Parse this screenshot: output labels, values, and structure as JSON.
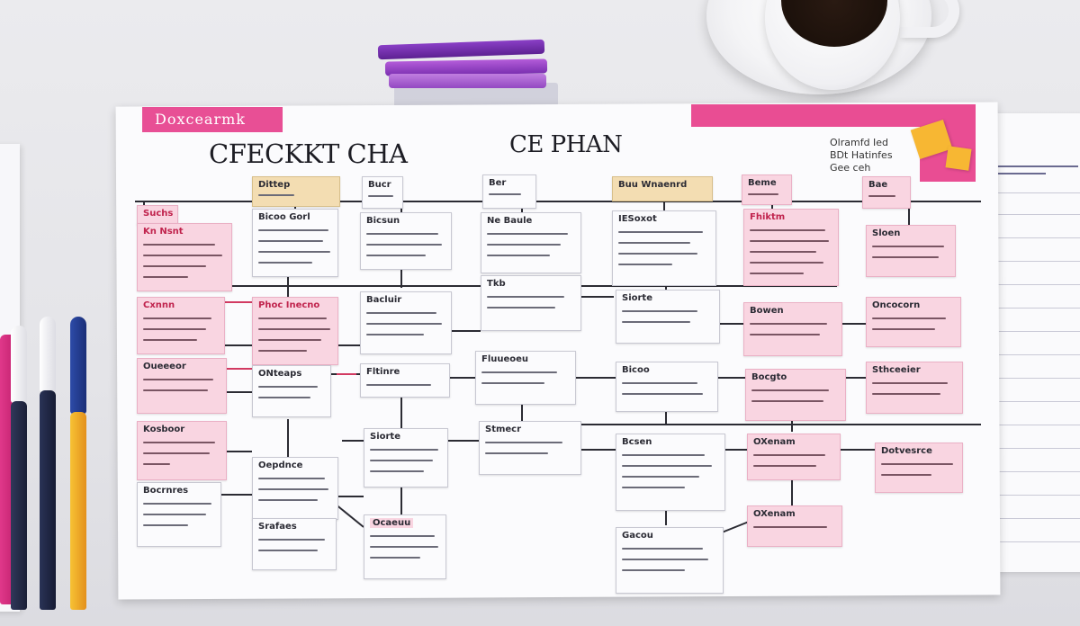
{
  "chart": {
    "tag": "Doxcearmk",
    "title_left": "CFECKKT CHA",
    "title_right": "CE PHAN",
    "side_note": [
      "Olramfd Ied",
      "BDt  Hatinfes",
      "Gee  ceh"
    ]
  },
  "columns": {
    "c1": "Suchs",
    "c2": "Dittep",
    "c3": "Bucr",
    "c4": "Ber",
    "c5": "Buu Wnaenrd",
    "c6": "Beme",
    "c7": "Bae"
  },
  "cards": [
    "Kn Nsnt",
    "Bicoo Gorl",
    "Bicsun",
    "Ne Baule",
    "IESoxot",
    "Fhiktm",
    "Sloen",
    "Cxnnn",
    "Phoc Inecno",
    "Bacluir",
    "Tkb",
    "Siorte",
    "Bowen",
    "Oncocorn",
    "Oueeeor",
    "ONteaps",
    "Fltinre",
    "Fluueoeu",
    "Bicoo",
    "Bocgto",
    "Sthceeier",
    "Kosboor",
    "Oepdnce",
    "Siorte",
    "Stmecr",
    "Bcsen",
    "OXenam",
    "Dotvesrce",
    "Bocrnres",
    "Srafaes",
    "Ocaeuu",
    "Gacou"
  ]
}
